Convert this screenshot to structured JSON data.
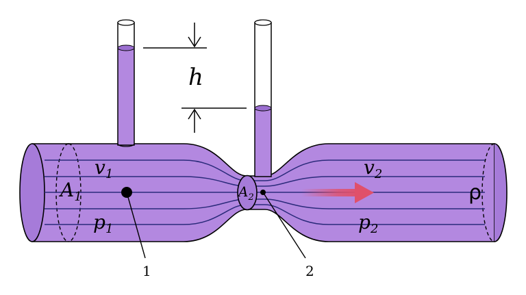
{
  "diagram": {
    "labels": {
      "height": "h",
      "area1": "A",
      "area1_sub": "1",
      "area2": "A",
      "area2_sub": "2",
      "velocity1": "v",
      "velocity1_sub": "1",
      "velocity2": "v",
      "velocity2_sub": "2",
      "pressure1": "p",
      "pressure1_sub": "1",
      "pressure2": "p",
      "pressure2_sub": "2",
      "density": "ρ",
      "point1": "1",
      "point2": "2"
    },
    "colors": {
      "fluid": "#b388e0",
      "fluid_dark": "#9b6fd0",
      "streamline": "#2a2a7a",
      "arrow": "#e0506a",
      "outline": "#000000"
    }
  }
}
